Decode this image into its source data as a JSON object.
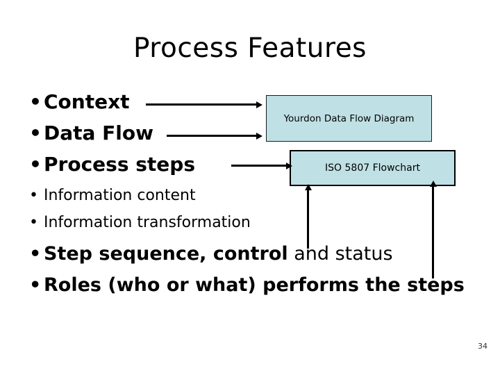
{
  "slide": {
    "title": "Process Features",
    "page_number": "34",
    "bullet_marker": "•",
    "accent_color": "#bfe0e5",
    "text_color": "#000000",
    "border_color": "#000000"
  },
  "bullets": [
    {
      "id": "context",
      "text": "Context",
      "bold_part": "",
      "regular_part": ""
    },
    {
      "id": "dataflow",
      "text": "Data Flow",
      "bold_part": "",
      "regular_part": ""
    },
    {
      "id": "processsteps",
      "text": "Process steps",
      "bold_part": "",
      "regular_part": ""
    },
    {
      "id": "infocontent",
      "text": "Information content",
      "bold_part": "",
      "regular_part": ""
    },
    {
      "id": "infotrans",
      "text": "Information transformation",
      "bold_part": "",
      "regular_part": ""
    },
    {
      "id": "stepseq",
      "text": "Step sequence, control and status",
      "bold_part": "Step sequence, control",
      "regular_part": " and status"
    },
    {
      "id": "roles",
      "text": "Roles (who or what) performs the steps",
      "bold_part": "",
      "regular_part": ""
    }
  ],
  "boxes": [
    {
      "id": "yourdon",
      "label": "Yourdon Data Flow Diagram",
      "fill": "#bfe0e5"
    },
    {
      "id": "iso",
      "label": "ISO 5807 Flowchart",
      "fill": "#bfe0e5"
    }
  ],
  "arrows": [
    {
      "id": "context-to-yourdon",
      "direction": "right",
      "from": "Context",
      "to": "Yourdon Data Flow Diagram"
    },
    {
      "id": "dataflow-to-yourdon",
      "direction": "right",
      "from": "Data Flow",
      "to": "Yourdon Data Flow Diagram"
    },
    {
      "id": "processsteps-to-iso",
      "direction": "right",
      "from": "Process steps",
      "to": "ISO 5807 Flowchart"
    },
    {
      "id": "stepsequence-to-iso",
      "direction": "up",
      "from": "Step sequence, control and status",
      "to": "ISO 5807 Flowchart"
    },
    {
      "id": "roles-to-iso",
      "direction": "up",
      "from": "Roles (who or what) performs the steps",
      "to": "ISO 5807 Flowchart"
    }
  ]
}
